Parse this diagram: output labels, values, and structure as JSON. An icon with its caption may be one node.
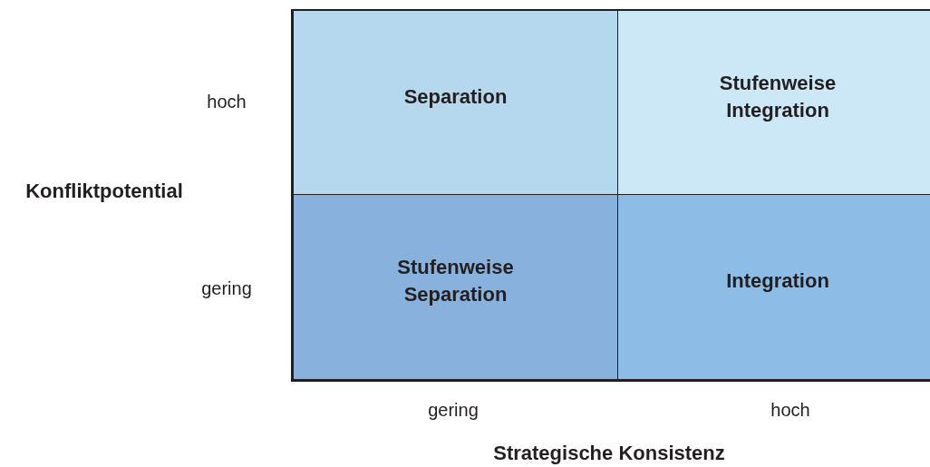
{
  "diagram": {
    "nodes": [
      {
        "text": [
          "Separation"
        ]
      },
      {
        "text": [
          "Stufenweise Integration"
        ]
      },
      {
        "text": [
          "Stufenweise Separation"
        ]
      },
      {
        "text": [
          "Integration"
        ]
      }
    ],
    "labels": [
      "hoch",
      "Konfliktpotential",
      "gering",
      "gering",
      "hoch",
      "Strategische Konsistenz"
    ]
  }
}
